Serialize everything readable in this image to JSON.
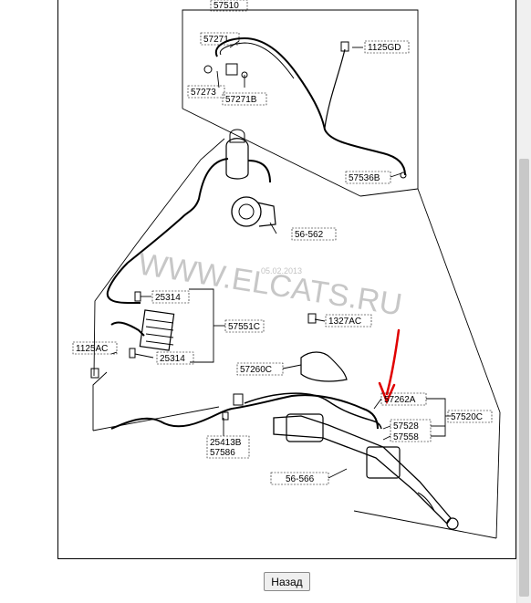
{
  "diagram": {
    "parts": {
      "p57510": "57510",
      "p57271": "57271",
      "p1125GD": "1125GD",
      "p57273": "57273",
      "p57271B": "57271B",
      "p57536B": "57536B",
      "p56562": "56-562",
      "p25314a": "25314",
      "p57551C": "57551C",
      "p1327AC": "1327AC",
      "p1125AC": "1125AC",
      "p25314b": "25314",
      "p57260C": "57260C",
      "p57262A": "57262A",
      "p57520C": "57520C",
      "p57528": "57528",
      "p57558": "57558",
      "p25413B": "25413B",
      "p57586": "57586",
      "p56566": "56-566"
    },
    "watermark": "WWW.ELCATS.RU",
    "watermark_date": "05.02.2013"
  },
  "footer": {
    "back_label": "Назад"
  },
  "colors": {
    "arrow": "#e00000",
    "line": "#000000"
  }
}
